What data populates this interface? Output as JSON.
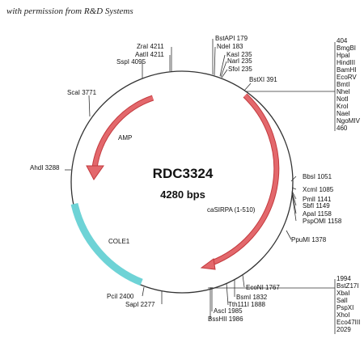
{
  "header": {
    "permission": "with permission from R&D Systems"
  },
  "plasmid": {
    "name": "RDC3324",
    "size": "4280 bps",
    "colors": {
      "backbone": "#333333",
      "red_feature": "#e3686c",
      "cyan_feature": "#6ed3d6"
    },
    "features": [
      {
        "label": "AMP",
        "color": "red"
      },
      {
        "label": "caSIRPA (1-510)",
        "color": "red"
      },
      {
        "label": "COLE1",
        "color": "cyan"
      }
    ],
    "sites": [
      {
        "label": "BstAPI 179"
      },
      {
        "label": "NdeI 183"
      },
      {
        "label": "KasI 235"
      },
      {
        "label": "NarI 235"
      },
      {
        "label": "SfoI 235"
      },
      {
        "label": "BstXI 391"
      },
      {
        "label": "BbsI 1051"
      },
      {
        "label": "XcmI 1085"
      },
      {
        "label": "PmlI 1141"
      },
      {
        "label": "SbfI 1149"
      },
      {
        "label": "ApaI 1158"
      },
      {
        "label": "PspOMI 1158"
      },
      {
        "label": "PpuMI 1378"
      },
      {
        "label": "EcoNI 1767"
      },
      {
        "label": "BsmI 1832"
      },
      {
        "label": "Tth111I 1888"
      },
      {
        "label": "AscI 1985"
      },
      {
        "label": "BssHII 1986"
      },
      {
        "label": "SapI 2277"
      },
      {
        "label": "PciI 2400"
      },
      {
        "label": "AhdI 3288"
      },
      {
        "label": "ScaI 3771"
      },
      {
        "label": "SspI 4095"
      },
      {
        "label": "AatII 4211"
      },
      {
        "label": "ZraI 4211"
      }
    ],
    "mcs_top": [
      "404",
      "BmgBI",
      "HpaI",
      "HindIII",
      "BamHI",
      "EcoRV",
      "BmtI",
      "NheI",
      "NotI",
      "KroI",
      "NaeI",
      "NgoMIV",
      "460"
    ],
    "mcs_bottom": [
      "1994",
      "BstZ17I",
      "XbaI",
      "SalI",
      "PspXI",
      "XhoI",
      "Eco47III",
      "2029"
    ]
  }
}
